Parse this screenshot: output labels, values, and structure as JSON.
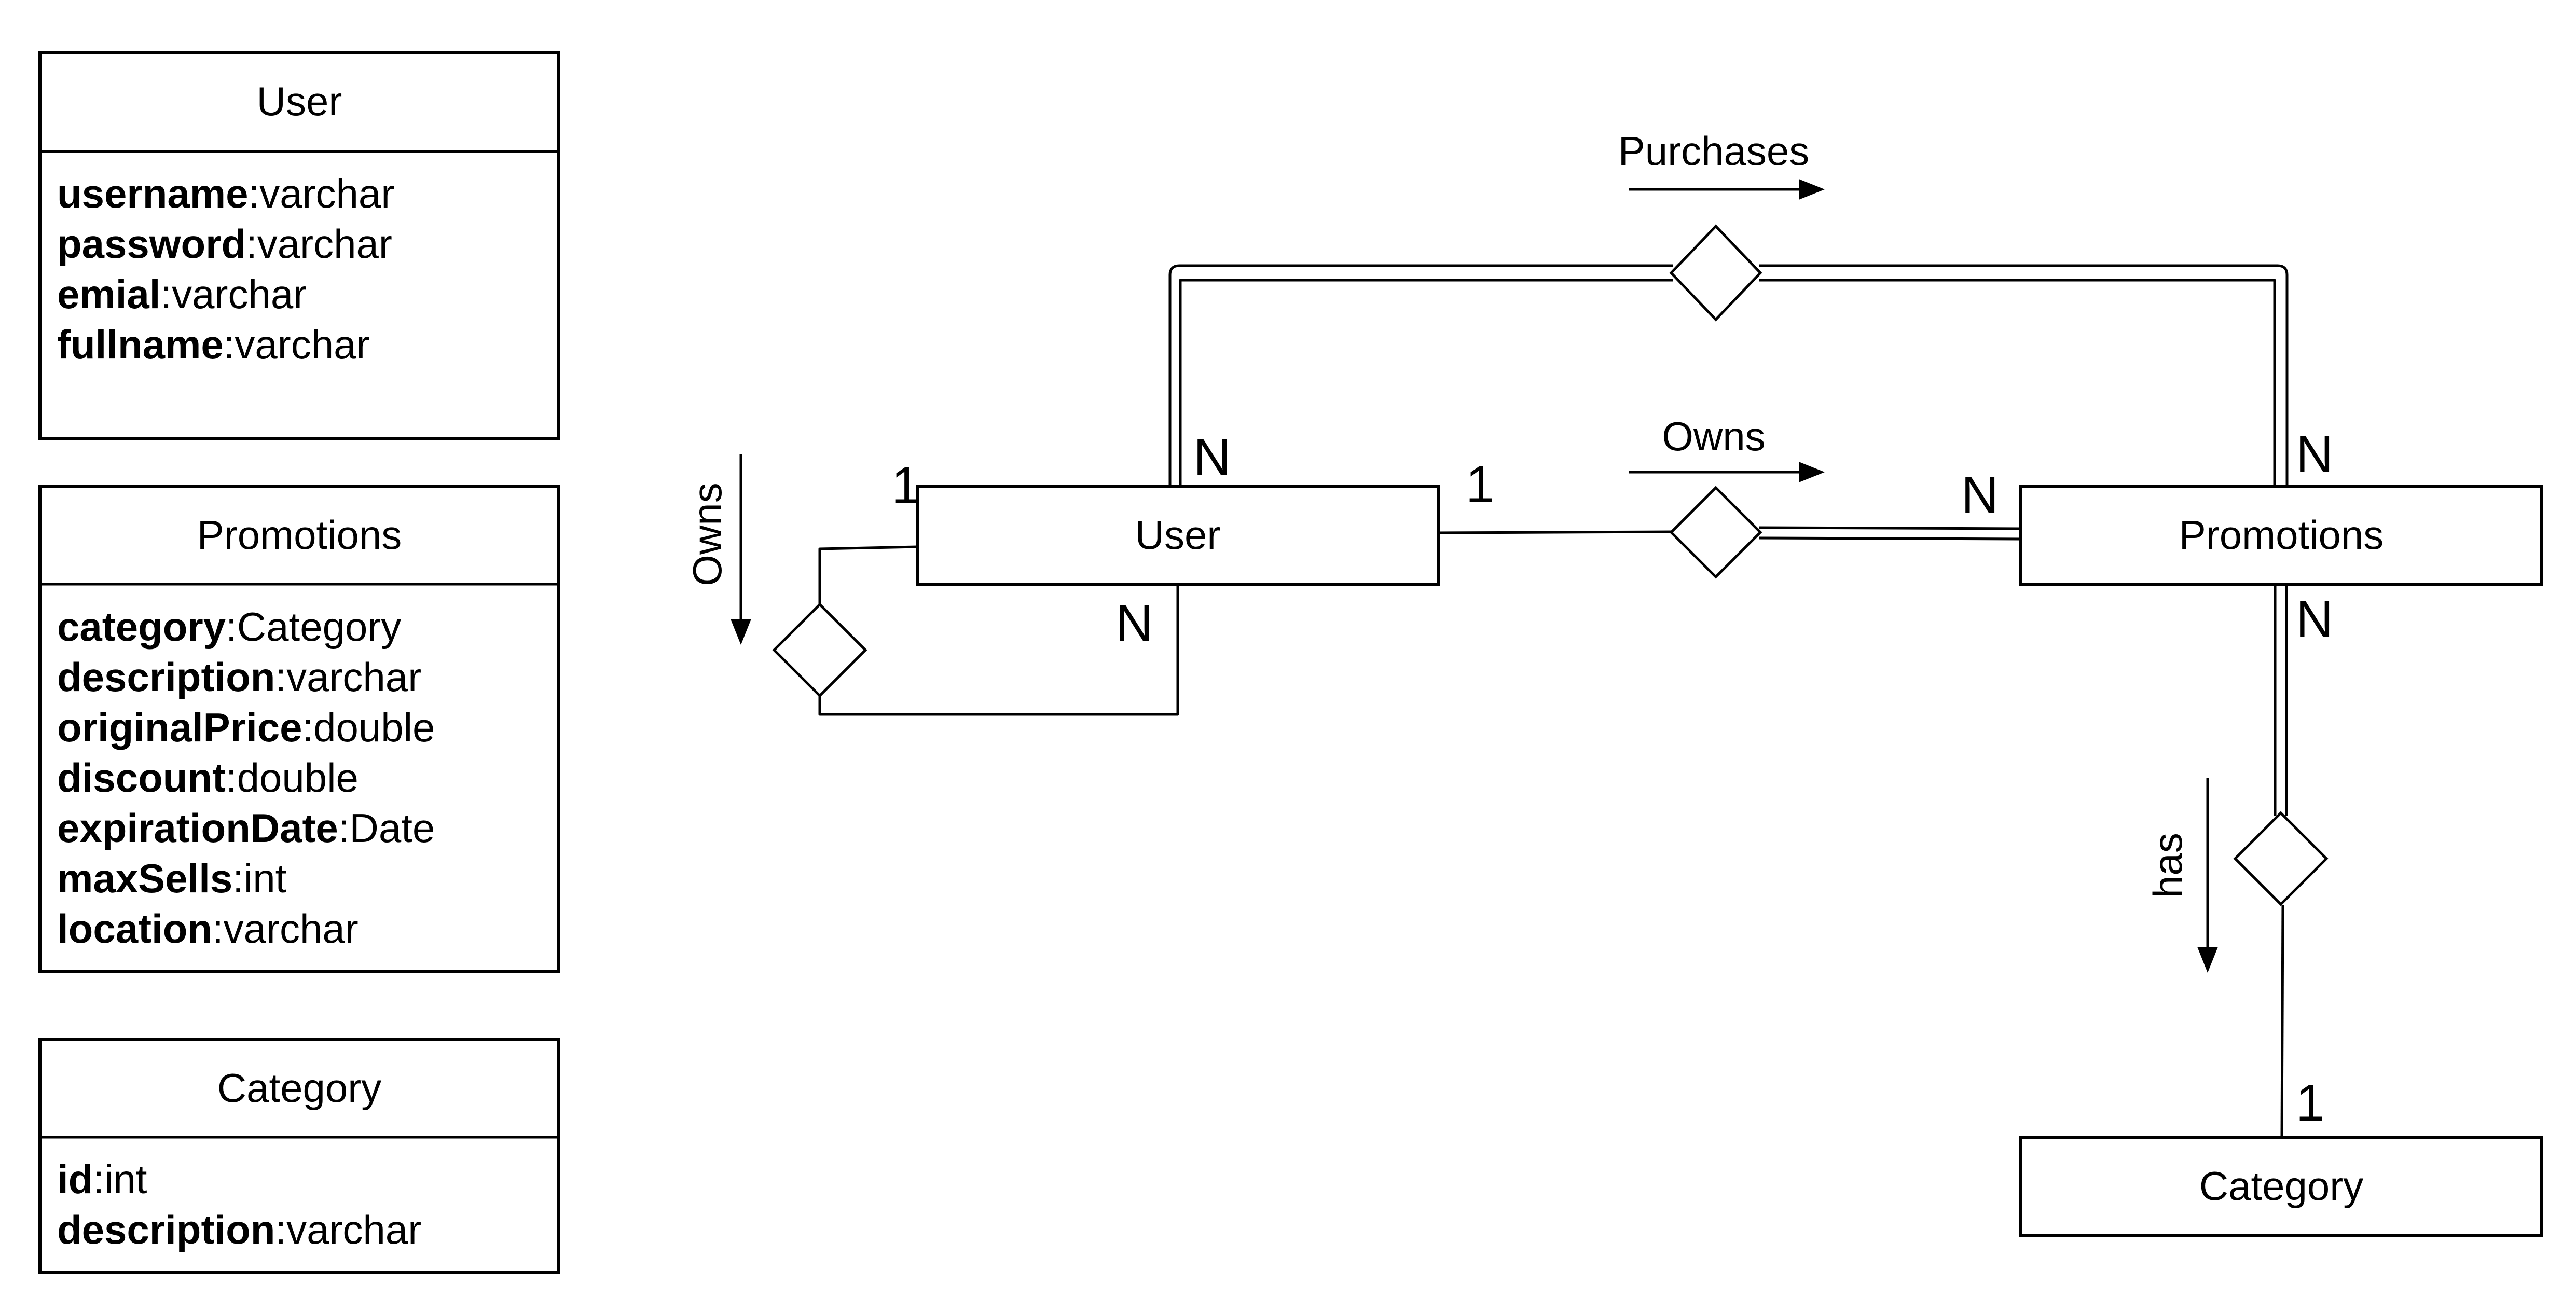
{
  "class_boxes": [
    {
      "name": "User",
      "attributes": [
        {
          "name": "username",
          "type": ":varchar"
        },
        {
          "name": "password",
          "type": ":varchar"
        },
        {
          "name": "emial",
          "type": ":varchar"
        },
        {
          "name": "fullname",
          "type": ":varchar"
        }
      ]
    },
    {
      "name": "Promotions",
      "attributes": [
        {
          "name": "category",
          "type": ":Category"
        },
        {
          "name": "description",
          "type": ":varchar"
        },
        {
          "name": "originalPrice",
          "type": ":double"
        },
        {
          "name": "discount",
          "type": ":double"
        },
        {
          "name": "expirationDate",
          "type": ":Date"
        },
        {
          "name": "maxSells",
          "type": ":int"
        },
        {
          "name": "location",
          "type": ":varchar"
        }
      ]
    },
    {
      "name": "Category",
      "attributes": [
        {
          "name": "id",
          "type": ":int"
        },
        {
          "name": "description",
          "type": ":varchar"
        }
      ]
    }
  ],
  "er": {
    "entities": {
      "user": "User",
      "promotions": "Promotions",
      "category": "Category"
    },
    "relationships": {
      "purchases": "Purchases",
      "owns": "Owns",
      "owns_self": "Owns",
      "has": "has"
    },
    "cardinalities": {
      "user_purchases": "N",
      "promotions_purchases": "N",
      "user_owns": "1",
      "promotions_owns": "N",
      "user_self_one": "1",
      "user_self_many": "N",
      "promotions_has": "N",
      "category_has": "1"
    }
  }
}
